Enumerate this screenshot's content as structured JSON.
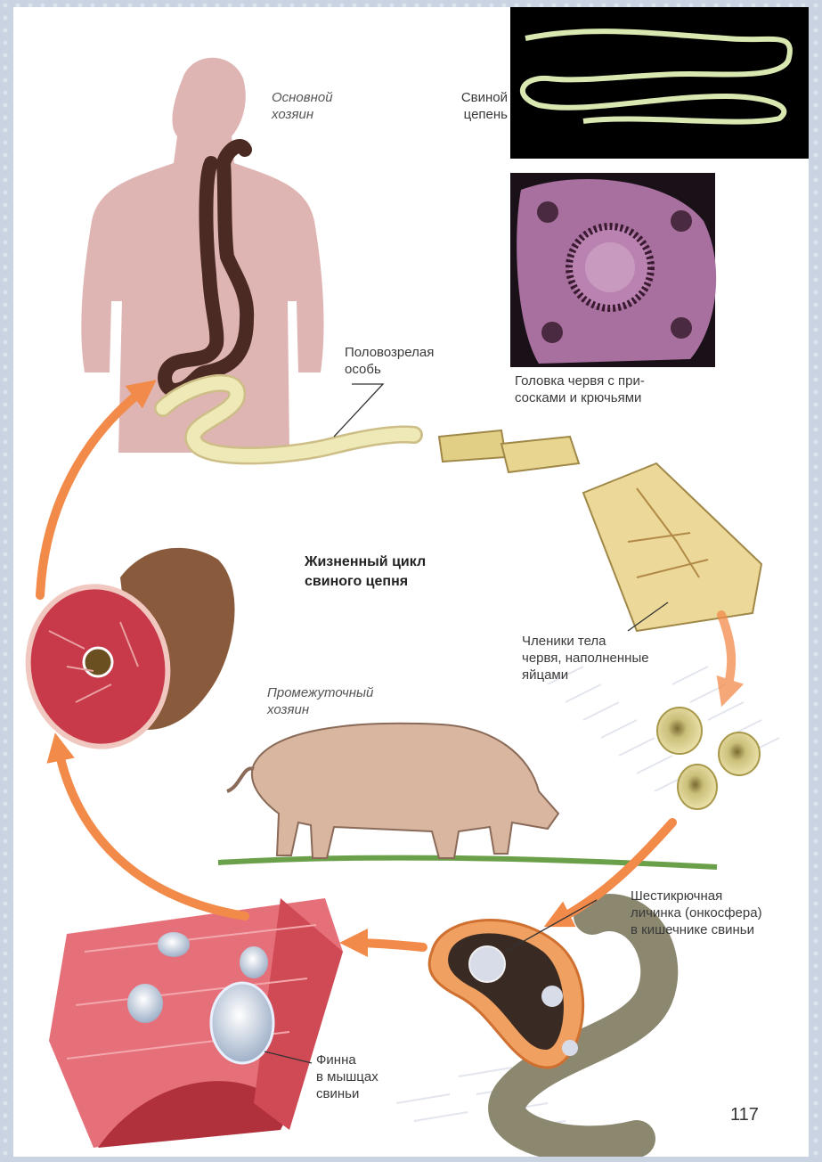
{
  "figure": {
    "title": "Жизненный цикл\nсвиного цепня",
    "labels": {
      "definitive_host": "Основной\nхозяин",
      "tapeworm": "Свиной\nцепень",
      "scolex": "Головка червя с при-\nсосками и крючьями",
      "adult_worm": "Половозрелая\nособь",
      "segments": "Членики тела\nчервя, наполненные\nяйцами",
      "intermediate_host": "Промежуточный\nхозяин",
      "oncosphere": "Шестикрючная\nличинка (онкосфера)\nв кишечнике свиньи",
      "cysticercus": "Финна\nв мышцах\nсвиньи"
    },
    "page_number": "117"
  },
  "colors": {
    "arrow": "#f28a4a",
    "body_silhouette": "#d9a8a6",
    "gut": "#4a2a22",
    "worm": "#efe9b8",
    "meat": "#c8394a",
    "pig": "#d8b6a0",
    "muscle": "#cf4a55",
    "photo_bg": "#000000",
    "scolex_photo": "#a8709e"
  },
  "icons": [
    "human-silhouette",
    "tapeworm-photo",
    "scolex-photo",
    "pork-ham",
    "pig",
    "egg",
    "intestine",
    "muscle-tissue"
  ]
}
